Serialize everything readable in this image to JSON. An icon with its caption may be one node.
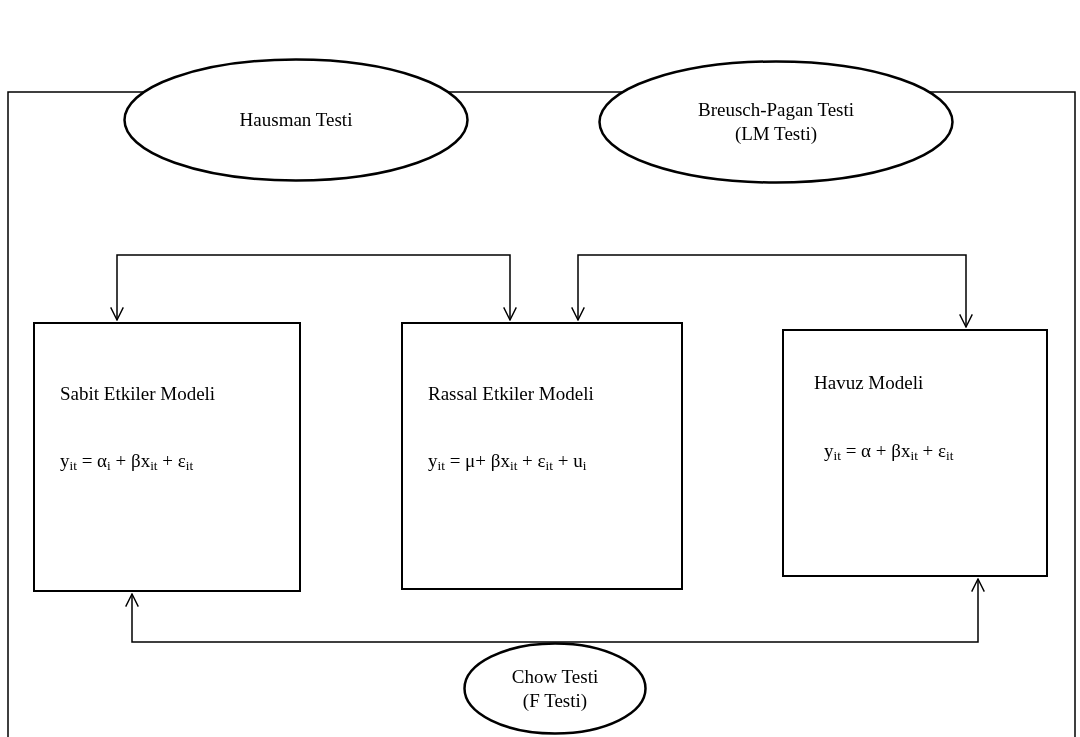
{
  "diagram": {
    "nodes": [
      {
        "text": [
          "Hausman Testi"
        ]
      },
      {
        "text": [
          "Breusch-Pagan Testi (LM Testi)"
        ]
      },
      {
        "text": [
          "Sabit Etkiler Modeli",
          "y$_{it}$ = α$_{i}$ + βx$_{it}$ + ε$_{it}$"
        ]
      },
      {
        "text": [
          "Rassal Etkiler Modeli",
          "y$_{it}$ = μ+ βx$_{it}$ + ε$_{it}$ + u$_{i}$"
        ]
      },
      {
        "text": [
          "Havuz Modeli",
          "y$_{it}$ = α + βx$_{it}$ + ε$_{it}$"
        ]
      },
      {
        "text": [
          "Chow Testi (F Testi)"
        ]
      }
    ],
    "edges": [
      {
        "from": null,
        "to": 2,
        "arrow": "to"
      },
      {
        "from": null,
        "to": 3,
        "arrow": "to"
      },
      {
        "from": null,
        "to": 3,
        "arrow": "to"
      },
      {
        "from": null,
        "to": 4,
        "arrow": "to"
      },
      {
        "from": 5,
        "to": 2,
        "arrow": "to"
      },
      {
        "from": 5,
        "to": 4,
        "arrow": "to"
      }
    ]
  }
}
